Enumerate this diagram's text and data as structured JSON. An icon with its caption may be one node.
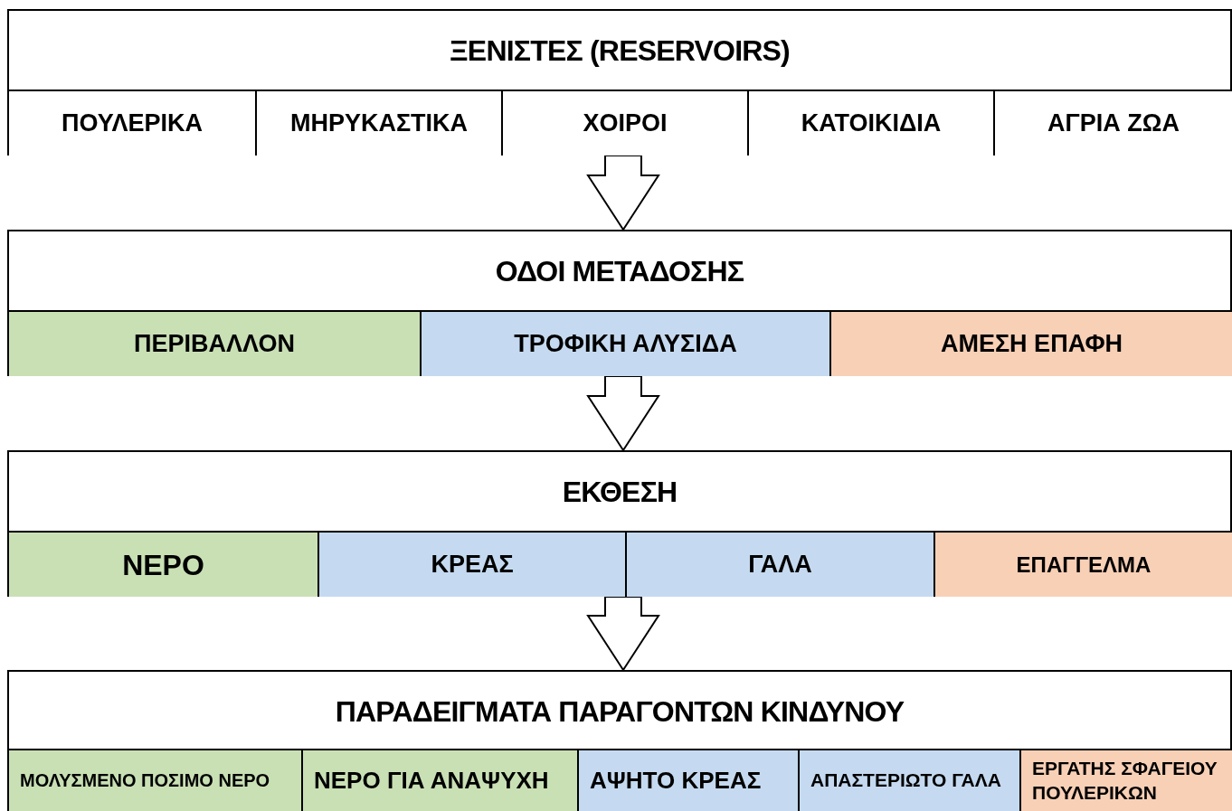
{
  "diagram": {
    "nodes": [
      {
        "text": [
          "ΞΕΝΙΣΤΕΣ (RESERVOIRS)"
        ]
      },
      {
        "text": [
          "ΠΟΥΛΕΡΙΚΑ"
        ],
        "in": 0
      },
      {
        "text": [
          "ΜΗΡΥΚΑΣΤΙΚΑ"
        ],
        "in": 0
      },
      {
        "text": [
          "ΧΟΙΡΟΙ"
        ],
        "in": 0
      },
      {
        "text": [
          "ΚΑΤΟΙΚΙΔΙΑ"
        ],
        "in": 0
      },
      {
        "text": [
          "ΑΓΡΙΑ ΖΩΑ"
        ],
        "in": 0
      },
      {
        "text": [
          "ΟΔΟΙ ΜΕΤΑΔΟΣΗΣ"
        ]
      },
      {
        "text": [
          "ΠΕΡΙΒΑΛΛΟΝ"
        ],
        "in": 6
      },
      {
        "text": [
          "ΤΡΟΦΙΚΗ ΑΛΥΣΙΔΑ"
        ],
        "in": 6
      },
      {
        "text": [
          "ΑΜΕΣΗ ΕΠΑΦΗ"
        ],
        "in": 6
      },
      {
        "text": [
          "ΕΚΘΕΣΗ"
        ]
      },
      {
        "text": [
          "ΝΕΡΟ"
        ],
        "in": 10
      },
      {
        "text": [
          "ΚΡΕΑΣ"
        ],
        "in": 10
      },
      {
        "text": [
          "ΓΑΛΑ"
        ],
        "in": 10
      },
      {
        "text": [
          "ΕΠΑΓΓΕΛΜΑ"
        ],
        "in": 10
      },
      {
        "text": [
          "ΠΑΡΑΔΕΙΓΜΑΤΑ ΠΑΡΑΓΟΝΤΩΝ ΚΙΝΔΥΝΟΥ"
        ]
      },
      {
        "text": [
          "ΜΟΛΥΣΜΕΝΟ ΠΟΣΙΜΟ ΝΕΡΟ"
        ],
        "in": 15
      },
      {
        "text": [
          "ΝΕΡΟ ΓΙΑ ΑΝΑΨΥΧΗ"
        ],
        "in": 15
      },
      {
        "text": [
          "ΑΨΗΤΟ ΚΡΕΑΣ"
        ],
        "in": 15
      },
      {
        "text": [
          "ΑΠΑΣΤΕΡΙΩΤΟ ΓΑΛΑ"
        ],
        "in": 15
      },
      {
        "text": [
          "ΕΡΓΑΤΗΣ ΣΦΑΓΕΙΟΥ ΠΟΥΛΕΡΙΚΩΝ"
        ],
        "in": 15
      }
    ],
    "edges": [
      {
        "from": 0,
        "to": 6,
        "arrow": "to"
      },
      {
        "from": 6,
        "to": 10,
        "arrow": "to"
      },
      {
        "from": 10,
        "to": 15,
        "arrow": "to"
      }
    ]
  }
}
